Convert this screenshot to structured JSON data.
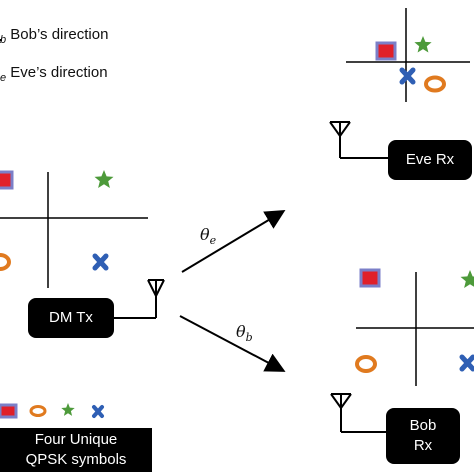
{
  "legend": {
    "bob": {
      "subscript": "b",
      "text": "Bob’s direction"
    },
    "eve": {
      "subscript": "e",
      "text": "Eve’s direction"
    }
  },
  "transmitter": {
    "label": "DM Tx"
  },
  "eve_receiver": {
    "label": "Eve Rx"
  },
  "bob_receiver": {
    "line1": "Bob",
    "line2": "Rx"
  },
  "angles": {
    "theta": "θ",
    "eve_sub": "e",
    "bob_sub": "b"
  },
  "caption": {
    "line1": "Four Unique",
    "line2": "QPSK symbols"
  },
  "colors": {
    "square_fill": "#e0202a",
    "square_border": "#7b7fc8",
    "circle": "#e07a1f",
    "star": "#4d9a3a",
    "cross": "#2f5fb4",
    "box": "#000000"
  },
  "symbols": [
    "square-icon",
    "circle-icon",
    "star-icon",
    "cross-icon"
  ]
}
